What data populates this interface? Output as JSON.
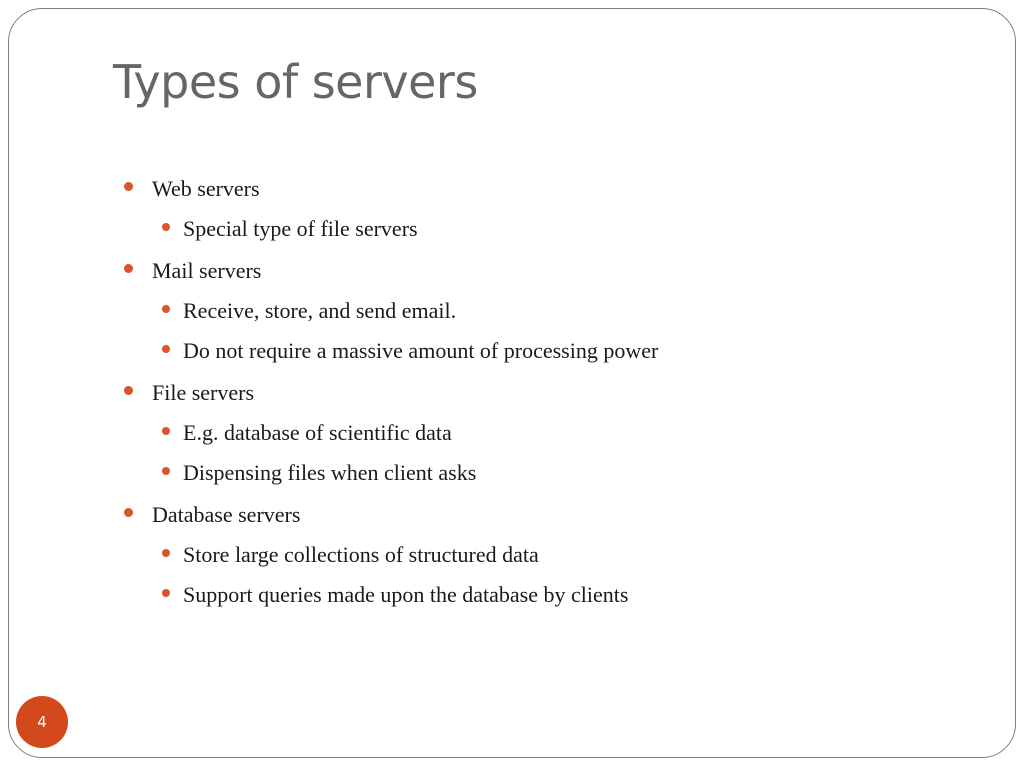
{
  "slide": {
    "title": "Types of servers",
    "bullets": [
      {
        "level": 1,
        "text": "Web servers"
      },
      {
        "level": 2,
        "text": "Special type of file servers"
      },
      {
        "level": 1,
        "text": "Mail servers"
      },
      {
        "level": 2,
        "text": "Receive, store, and send email."
      },
      {
        "level": 2,
        "text": "Do not require a massive amount of processing power"
      },
      {
        "level": 1,
        "text": "File servers"
      },
      {
        "level": 2,
        "text": "E.g. database of scientific data"
      },
      {
        "level": 2,
        "text": "Dispensing files when client asks"
      },
      {
        "level": 1,
        "text": "Database servers"
      },
      {
        "level": 2,
        "text": "Store large collections of structured data"
      },
      {
        "level": 2,
        "text": "Support queries made upon the database by clients"
      }
    ],
    "page_number": "4"
  },
  "colors": {
    "title_text": "#6b6464",
    "body_text": "#1a1a1a",
    "bullet_accent": "#d9552b",
    "page_badge": "#d4481e",
    "frame_border": "#7f7f7f"
  }
}
